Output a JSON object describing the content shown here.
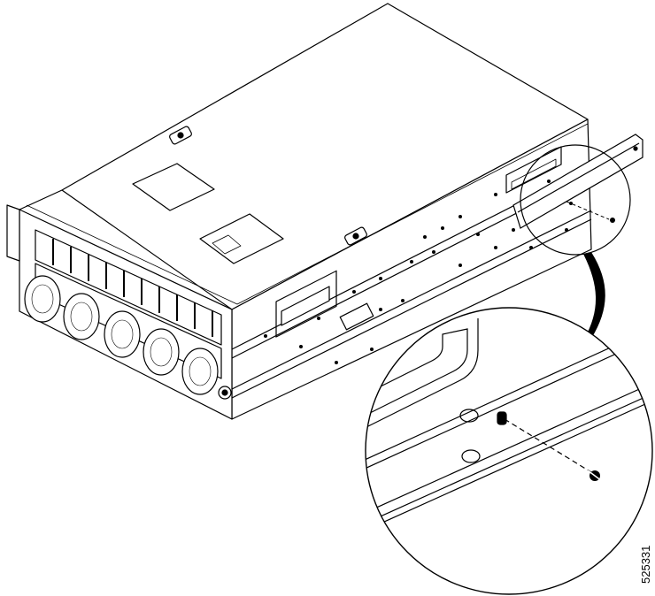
{
  "figure": {
    "id_label": "525331",
    "colors": {
      "line": "#000000",
      "fill": "#ffffff",
      "shade": "#1a1a1a"
    },
    "icons": [
      "server-chassis",
      "slide-rail",
      "screw-icon",
      "callout-arrow-icon",
      "magnifier-circle"
    ]
  }
}
